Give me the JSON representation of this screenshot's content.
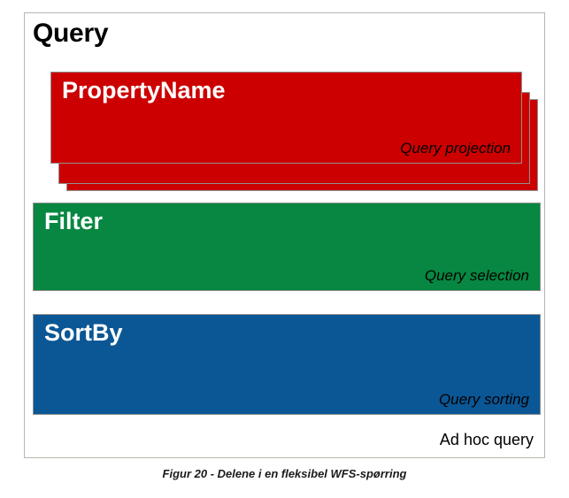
{
  "figure": {
    "title": "Query",
    "caption": "Figur 20 - Delene i en fleksibel WFS-spørring",
    "footer_label": "Ad hoc query"
  },
  "colors": {
    "property_name": "#cc0000",
    "filter": "#078741",
    "sort_by": "#0b5795",
    "frame_border": "#b9b5ae",
    "box_border": "#8f8f8f",
    "title_text": "#000000",
    "box_title_text": "#ffffff",
    "role_text": "#000000",
    "background": "#ffffff"
  },
  "parts": {
    "property_name": {
      "name": "PropertyName",
      "role": "Query projection",
      "stacked": true,
      "stack_count": 3
    },
    "filter": {
      "name": "Filter",
      "role": "Query selection",
      "stacked": false,
      "stack_count": 1
    },
    "sort_by": {
      "name": "SortBy",
      "role": "Query sorting",
      "stacked": false,
      "stack_count": 1
    }
  }
}
